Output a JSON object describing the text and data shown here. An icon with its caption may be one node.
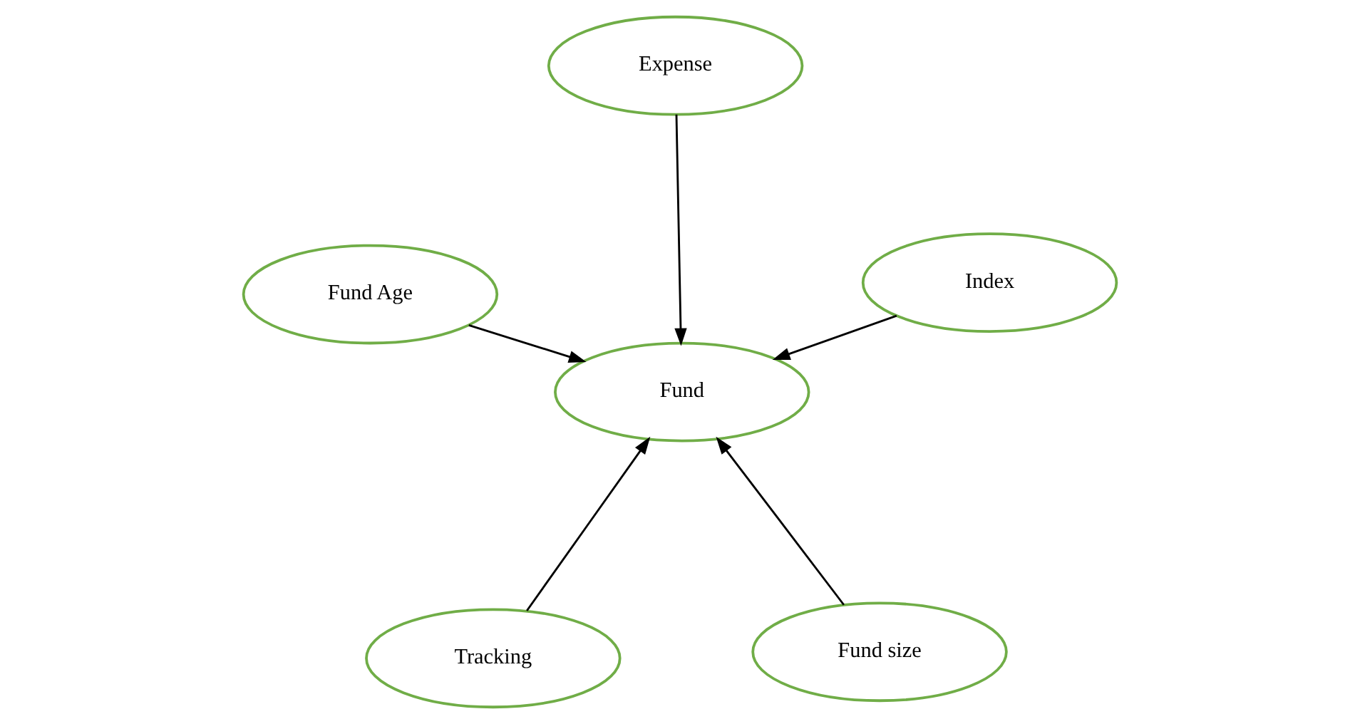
{
  "diagram": {
    "nodes": [
      {
        "text": [
          "Tracking"
        ]
      },
      {
        "text": [
          "Fund size"
        ]
      },
      {
        "text": [
          "Fund"
        ]
      },
      {
        "text": [
          "Expense"
        ]
      },
      {
        "text": [
          "Index"
        ]
      },
      {
        "text": [
          "Fund Age"
        ]
      }
    ],
    "edges": [
      {
        "from": 0,
        "to": 2,
        "arrow": "to"
      },
      {
        "from": 1,
        "to": 2,
        "arrow": "to"
      },
      {
        "from": 4,
        "to": 2,
        "arrow": "to"
      },
      {
        "from": 5,
        "to": 2,
        "arrow": "to"
      },
      {
        "from": 3,
        "to": 2,
        "arrow": "to"
      }
    ]
  }
}
